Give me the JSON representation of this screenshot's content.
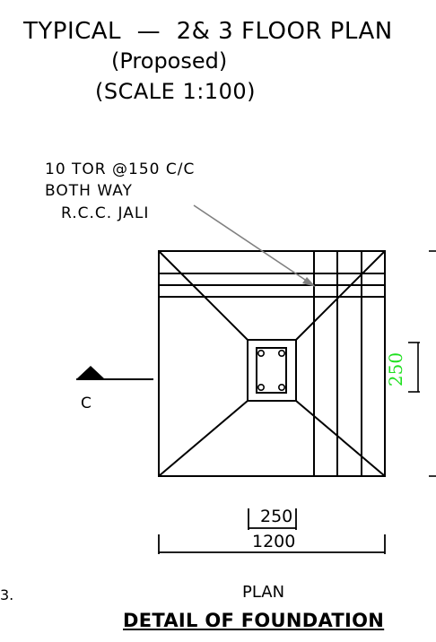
{
  "title": {
    "line1": "TYPICAL  —  2& 3 FLOOR PLAN",
    "line2": "(Proposed)",
    "line3": "(SCALE 1:100)"
  },
  "annotation": {
    "line1": "10 TOR @150 C/C",
    "line2": "BOTH WAY",
    "line3": "R.C.C. JALI"
  },
  "section_marker": "C",
  "dimensions": {
    "column_width": "250",
    "footing_width": "1200",
    "column_height": "250"
  },
  "view_label": "PLAN",
  "detail_title": "DETAIL OF FOUNDATION",
  "left_edge_fragment": "3.",
  "colors": {
    "line": "#000000",
    "leader": "#808080",
    "vertical_dimension": "#1fe01f"
  }
}
